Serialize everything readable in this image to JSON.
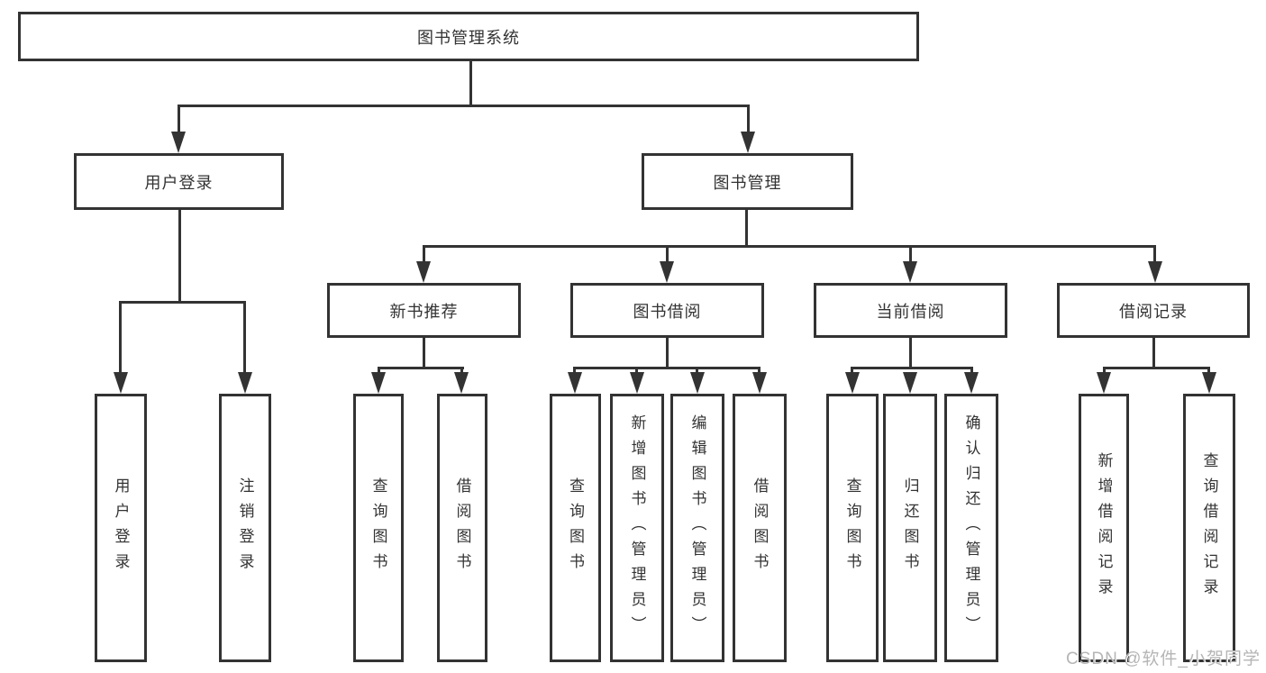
{
  "diagram": {
    "tree": {
      "root": {
        "label": "图书管理系统"
      },
      "branches": [
        {
          "label": "用户登录",
          "children": [
            {
              "label": "用户登录"
            },
            {
              "label": "注销登录"
            }
          ]
        },
        {
          "label": "图书管理",
          "children": [
            {
              "label": "新书推荐",
              "children": [
                {
                  "label": "查询图书"
                },
                {
                  "label": "借阅图书"
                }
              ]
            },
            {
              "label": "图书借阅",
              "children": [
                {
                  "label": "查询图书"
                },
                {
                  "label": "新增图书（管理员）"
                },
                {
                  "label": "编辑图书（管理员）"
                },
                {
                  "label": "借阅图书"
                }
              ]
            },
            {
              "label": "当前借阅",
              "children": [
                {
                  "label": "查询图书"
                },
                {
                  "label": "归还图书"
                },
                {
                  "label": "确认归还（管理员）"
                }
              ]
            },
            {
              "label": "借阅记录",
              "children": [
                {
                  "label": "新增借阅记录"
                },
                {
                  "label": "查询借阅记录"
                }
              ]
            }
          ]
        }
      ]
    },
    "line_color": "#333333",
    "watermark": "CSDN @软件_小贺同学",
    "watermark_color": "#b5b5b5"
  }
}
